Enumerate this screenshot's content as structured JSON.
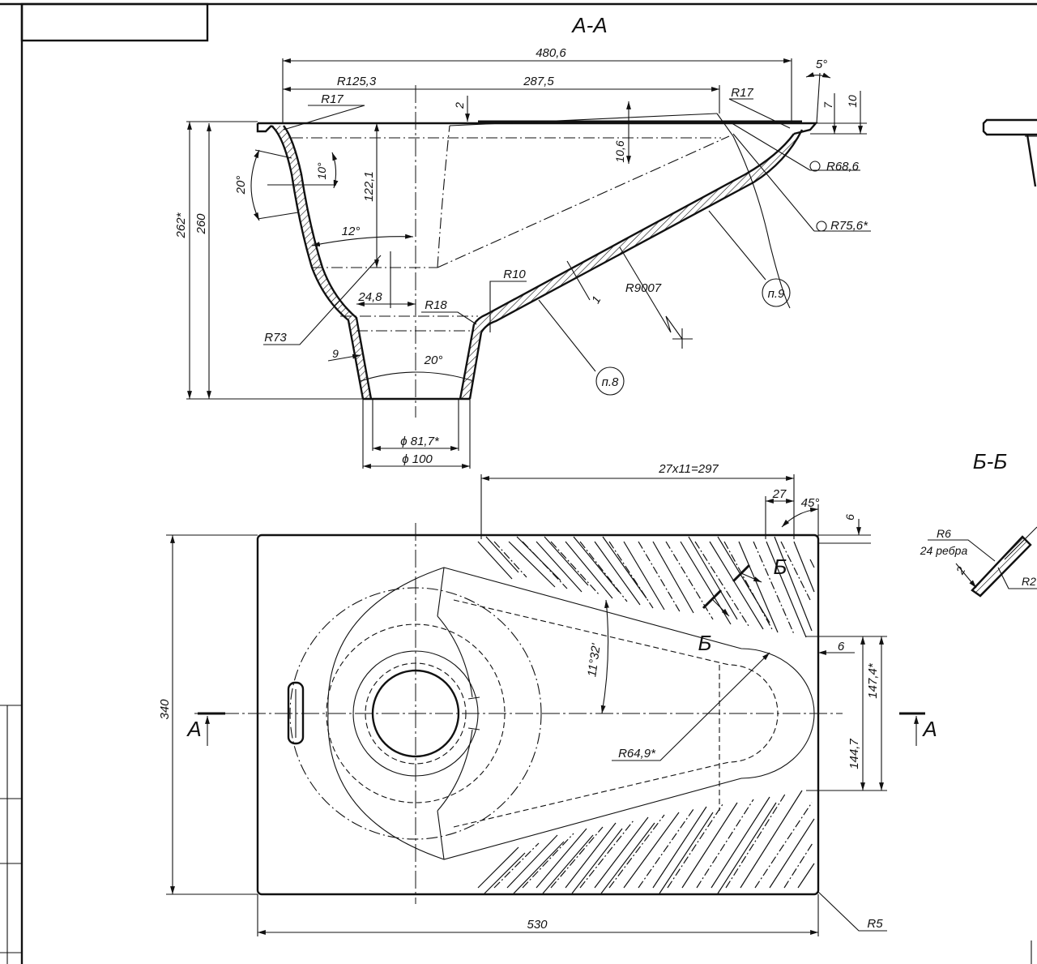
{
  "sections": {
    "aa": "А-А",
    "bb": "Б-Б"
  },
  "section_marks": {
    "a_left": "А",
    "a_right": "А",
    "b_top": "Б",
    "b_bottom": "Б"
  },
  "top_view": {
    "overall_width": "480,6",
    "left_radius": "R125,3",
    "span": "287,5",
    "flange_angle": "5°",
    "r17_left": "R17",
    "r17_right": "R17",
    "rim_2": "2",
    "rim_7": "7",
    "rim_10": "10",
    "depth_10_6": "10,6",
    "r68_6": "R68,6",
    "r75_6": "R75,6*",
    "depth_122_1": "122,1",
    "height_262": "262*",
    "height_260": "260",
    "angle_20_top": "20°",
    "angle_10": "10°",
    "angle_12": "12°",
    "r73": "R73",
    "offset_24_8": "24,8",
    "r18": "R18",
    "r10": "R10",
    "r9007": "R9007",
    "wall_1": "1",
    "wall_9": "9",
    "angle_20_bottom": "20°",
    "dia_81_7": "ϕ 81,7*",
    "dia_100": "ϕ 100",
    "callout_8": "п.8",
    "callout_9": "п.9"
  },
  "plan_view": {
    "rib_span": "27x11=297",
    "rib_pitch": "27",
    "rib_angle": "45°",
    "rib_offset_top": "6",
    "rib_offset_side": "6",
    "height_340": "340",
    "width_530": "530",
    "slope_angle": "11°32'",
    "r64_9": "R64,9*",
    "dim_144_7": "144,7",
    "dim_147_4": "147,4*",
    "r5": "R5"
  },
  "detail_bb": {
    "r6": "R6",
    "ribs_count": "24 ребра",
    "rib_dim_2": "2",
    "r2": "R2"
  }
}
